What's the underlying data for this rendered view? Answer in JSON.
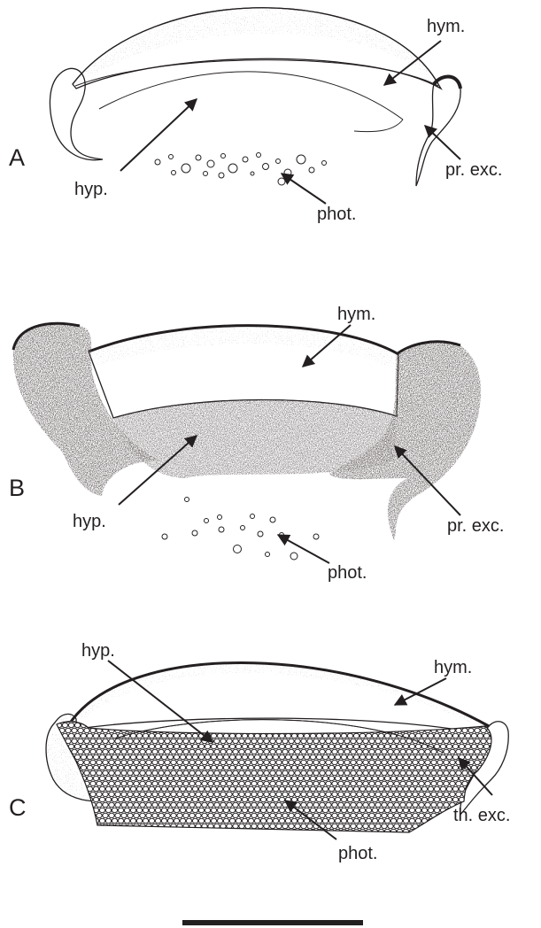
{
  "panels": [
    {
      "letter": "A",
      "labels": {
        "hym": "hym.",
        "hyp": "hyp.",
        "phot": "phot.",
        "exc": "pr. exc."
      }
    },
    {
      "letter": "B",
      "labels": {
        "hym": "hym.",
        "hyp": "hyp.",
        "phot": "phot.",
        "exc": "pr. exc."
      }
    },
    {
      "letter": "C",
      "labels": {
        "hym": "hym.",
        "hyp": "hyp.",
        "phot": "phot.",
        "exc": "th. exc."
      }
    }
  ],
  "colors": {
    "ink": "#231f20",
    "background": "#ffffff"
  }
}
